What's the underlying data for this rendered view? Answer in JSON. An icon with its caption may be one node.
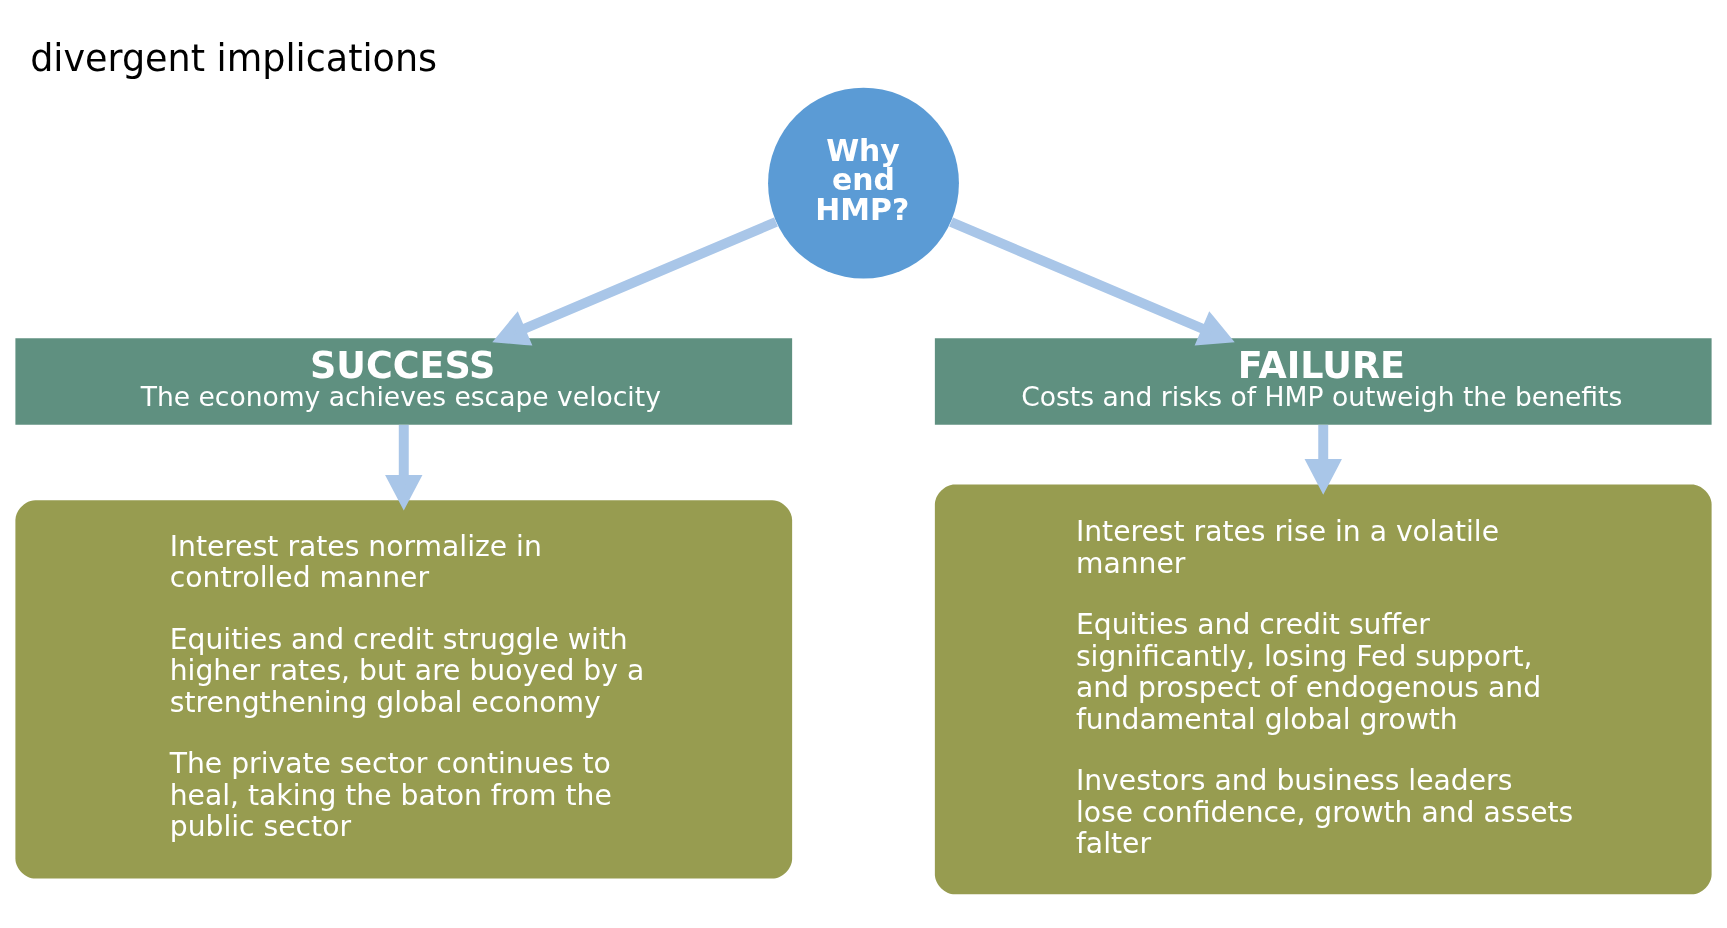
{
  "diagram": {
    "title": "divergent implications",
    "nodes": [
      {
        "text": [
          "Why end HMP?"
        ]
      },
      {
        "text": [
          "SUCCESS",
          "The economy achieves escape velocity"
        ]
      },
      {
        "text": [
          "FAILURE",
          "Costs and risks of HMP outweigh the benefits"
        ]
      },
      {
        "text": [
          "Interest rates normalize in controlled manner",
          "Equities and credit struggle with higher rates, but are buoyed by a strengthening global economy",
          "The private sector continues to heal, taking the baton from the public sector"
        ]
      },
      {
        "text": [
          "Interest rates rise in a volatile manner",
          "Equities and credit suffer significantly, losing Fed support, and prospect of endogenous and fundamental global growth",
          "Investors and business leaders lose confidence, growth and assets falter"
        ]
      }
    ],
    "edges": [
      {
        "from": 0,
        "to": 1,
        "arrow": "to"
      },
      {
        "from": 0,
        "to": 2,
        "arrow": "to"
      },
      {
        "from": 1,
        "to": 3,
        "arrow": "to"
      },
      {
        "from": 2,
        "to": 4,
        "arrow": "to"
      }
    ]
  }
}
